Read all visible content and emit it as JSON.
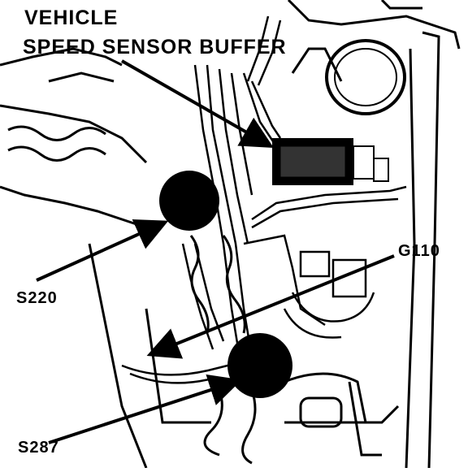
{
  "labels": {
    "title_line_1": "VEHICLE",
    "title_line_2": "SPEED SENSOR BUFFER",
    "g110": "G110",
    "s220": "S220",
    "s287": "S287"
  },
  "colors": {
    "ink": "#000000",
    "paper": "#ffffff"
  }
}
